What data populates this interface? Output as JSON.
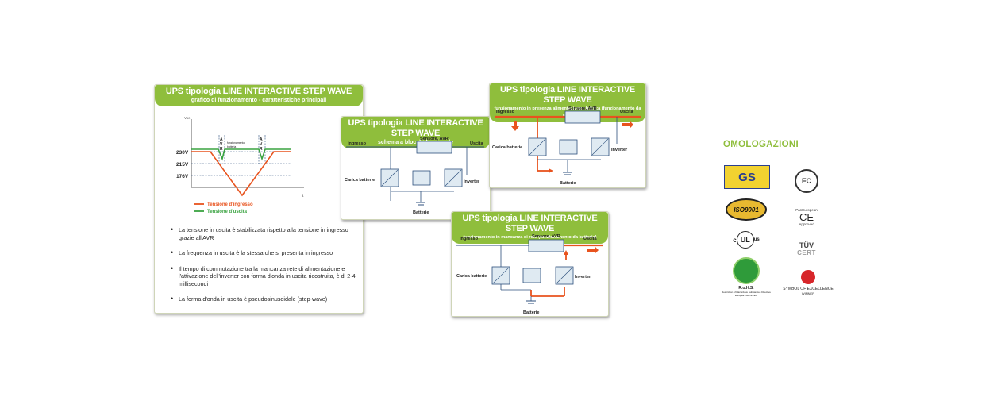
{
  "card_main": {
    "title": "UPS tipologia LINE INTERACTIVE STEP WAVE",
    "subtitle": "grafico di funzionamento - caratteristiche principali",
    "graph": {
      "y_axis_label": "Vac",
      "x_axis_label": "t",
      "levels": [
        "230V",
        "215V",
        "176V"
      ],
      "avr_label": [
        "A",
        "V",
        "R"
      ],
      "switch_label": [
        "funzionamento",
        "batteria"
      ],
      "legend": [
        {
          "label": "Tensione d'ingresso",
          "color": "#e8531e"
        },
        {
          "label": "Tensione d'uscita",
          "color": "#3aa341"
        }
      ]
    },
    "bullets": [
      "La tensione in uscita è stabilizzata rispetto alla tensione in ingresso grazie all'AVR",
      "La frequenza in uscita è la stessa che si presenta in ingresso",
      "Il tempo di commutazione tra la mancanza rete di alimentazione e l'attivazione dell'inverter con forma d'onda in uscita ricostruita, è di 2-4 millisecondi",
      "La forma d'onda in uscita è pseudosinusoidale (step-wave)"
    ]
  },
  "card_block": {
    "title": "UPS tipologia LINE INTERACTIVE STEP WAVE",
    "subtitle": "schema a blocchi funzionale"
  },
  "card_mains": {
    "title": "UPS tipologia LINE INTERACTIVE STEP WAVE",
    "subtitle": "funzionamento in presenza alimentazione elettrica (funzionamento da rete)"
  },
  "card_battery": {
    "title": "UPS tipologia LINE INTERACTIVE STEP WAVE",
    "subtitle": "funzionamento in mancanza di rete (funzionamento da batteria)"
  },
  "diagram_labels": {
    "ingresso": "Ingresso",
    "uscita": "Uscita",
    "sensore": "Sensore, AVR",
    "carica": "Carica batterie",
    "inverter": "Inverter",
    "batterie": "Batterie"
  },
  "colors": {
    "accent_green": "#8fbe3c",
    "flow_orange": "#e8531e",
    "line_blue": "#2c4f7c",
    "box_fill": "#dfeaf2"
  },
  "omologazioni": {
    "title": "OMOLOGAZIONI",
    "logos": [
      {
        "id": "ags",
        "text": "GS"
      },
      {
        "id": "fcc",
        "text": "FC"
      },
      {
        "id": "iso",
        "text": "ISO9001"
      },
      {
        "id": "ce",
        "text": "CE",
        "caption_top": "PanEuropean",
        "caption_bottom": "Approved"
      },
      {
        "id": "ul",
        "text": "UL",
        "prefix": "c",
        "suffix": "us"
      },
      {
        "id": "tuv",
        "text": "TÜV",
        "caption": "CERT"
      },
      {
        "id": "rohs",
        "caption": "R.o.H.S.",
        "detail": "Restriction of Hazardous Substances Directive Europea 2002/95/EC"
      },
      {
        "id": "excellence",
        "caption": "SYMBOL OF EXCELLENCE",
        "detail": "WINNER"
      }
    ]
  }
}
